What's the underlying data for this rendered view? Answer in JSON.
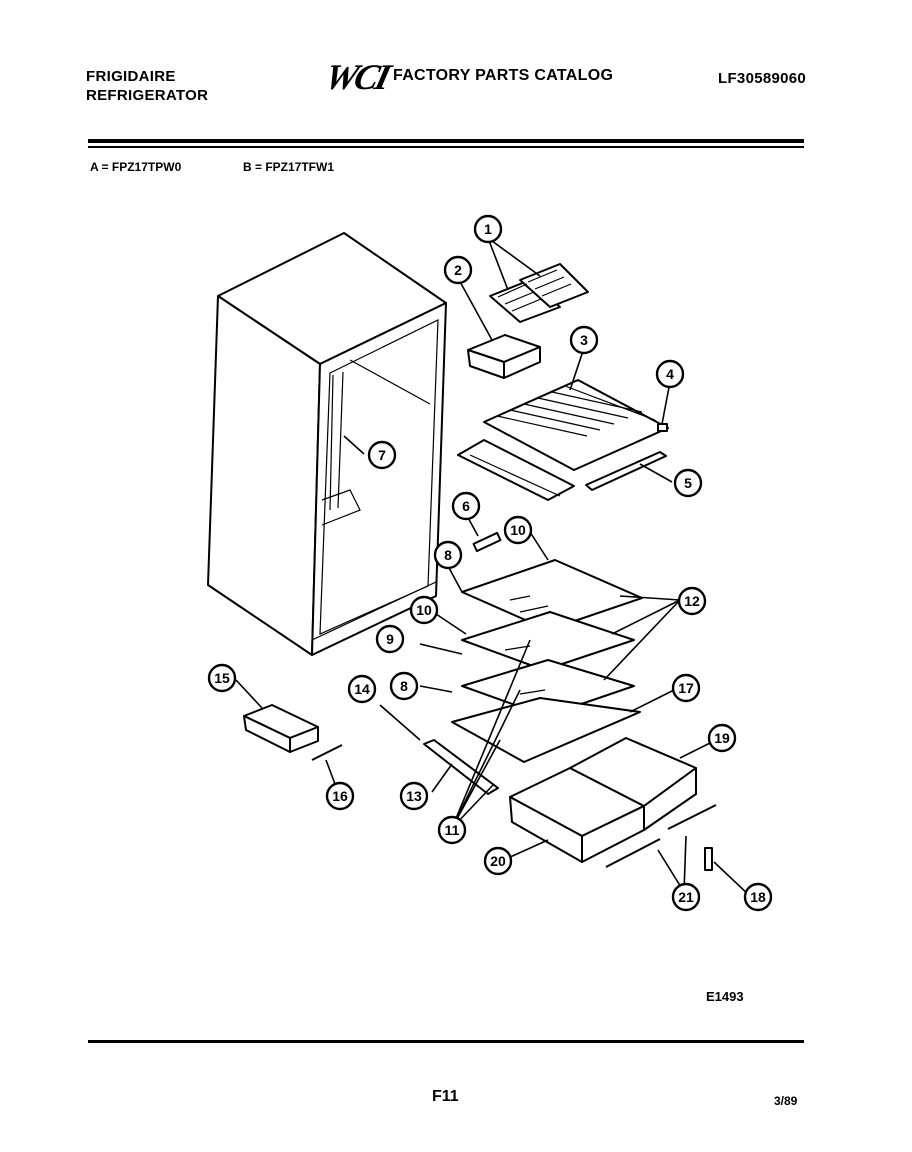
{
  "header": {
    "brand_line1": "FRIGIDAIRE",
    "brand_line2": "REFRIGERATOR",
    "logo_text": "WCI",
    "catalog_title": "FACTORY PARTS CATALOG",
    "catalog_number": "LF30589060"
  },
  "models": {
    "a": "A = FPZ17TPW0",
    "b": "B = FPZ17TFW1"
  },
  "callouts": {
    "c1": "1",
    "c2": "2",
    "c3": "3",
    "c4": "4",
    "c5": "5",
    "c6": "6",
    "c7": "7",
    "c8a": "8",
    "c8b": "8",
    "c9": "9",
    "c10a": "10",
    "c10b": "10",
    "c11": "11",
    "c12": "12",
    "c13": "13",
    "c14": "14",
    "c15": "15",
    "c16": "16",
    "c17": "17",
    "c18": "18",
    "c19": "19",
    "c20": "20",
    "c21": "21"
  },
  "footer": {
    "diagram_code": "E1493",
    "page_number": "F11",
    "date": "3/89"
  }
}
